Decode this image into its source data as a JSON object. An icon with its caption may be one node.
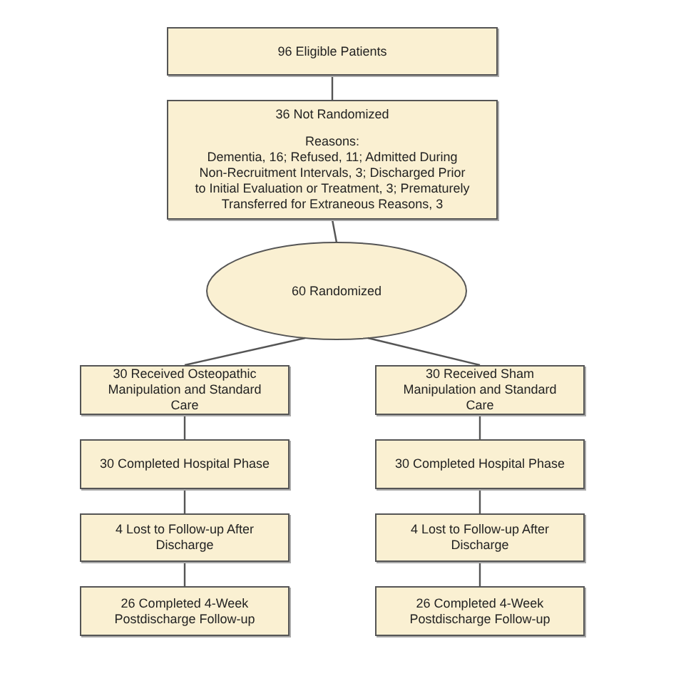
{
  "diagram": {
    "nodes": [
      {
        "text": [
          "96 Eligible Patients"
        ]
      },
      {
        "text": [
          "36 Not Randomized",
          "Reasons:",
          "Dementia, 16; Refused, 11; Admitted During Non-Recruitment Intervals, 3; Discharged Prior to Initial Evaluation or Treatment, 3; Prematurely Transferred for Extraneous Reasons, 3"
        ]
      },
      {
        "text": [
          "60 Randomized"
        ]
      },
      {
        "text": [
          "30 Received Osteopathic Manipulation and Standard Care"
        ]
      },
      {
        "text": [
          "30 Received Sham Manipulation and Standard Care"
        ]
      },
      {
        "text": [
          "30 Completed Hospital Phase"
        ]
      },
      {
        "text": [
          "30 Completed Hospital Phase"
        ]
      },
      {
        "text": [
          "4 Lost to Follow-up After Discharge"
        ]
      },
      {
        "text": [
          "4 Lost to Follow-up After Discharge"
        ]
      },
      {
        "text": [
          "26 Completed 4-Week Postdischarge Follow-up"
        ]
      },
      {
        "text": [
          "26 Completed 4-Week Postdischarge Follow-up"
        ]
      }
    ],
    "edges": [
      {
        "from": 0,
        "to": 1,
        "arrow": "none"
      },
      {
        "from": 1,
        "to": 2,
        "arrow": "none"
      },
      {
        "from": 2,
        "to": 3,
        "arrow": "none"
      },
      {
        "from": 2,
        "to": 4,
        "arrow": "none"
      },
      {
        "from": 3,
        "to": 5,
        "arrow": "none"
      },
      {
        "from": 4,
        "to": 6,
        "arrow": "none"
      },
      {
        "from": 5,
        "to": 7,
        "arrow": "none"
      },
      {
        "from": 6,
        "to": 8,
        "arrow": "none"
      },
      {
        "from": 7,
        "to": 9,
        "arrow": "none"
      },
      {
        "from": 8,
        "to": 10,
        "arrow": "none"
      }
    ]
  }
}
